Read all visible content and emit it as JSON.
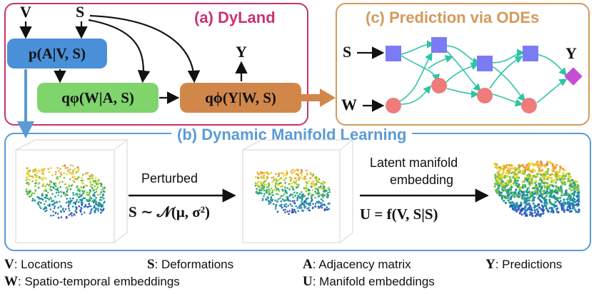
{
  "panel_a": {
    "title": "(a) DyLand",
    "vars": {
      "V": "V",
      "S": "S",
      "Y": "Y"
    },
    "nodes": {
      "p": "p(A|V, S)",
      "q_phi_w": "qφ(W|A, S)",
      "q_phi_y": "qϕ(Y|W, S)"
    },
    "colors": {
      "border": "#c7336f",
      "p": "#4a90d9",
      "qw": "#7fd46b",
      "qy": "#d2874a"
    }
  },
  "panel_c": {
    "title": "(c) Prediction via ODEs",
    "labels": {
      "S": "S",
      "W": "W",
      "Y": "Y"
    },
    "colors": {
      "border": "#d49a5c",
      "square": "#7b7bf5",
      "circle": "#f07b7b",
      "diamond": "#c44fd6",
      "edge": "#2ec4a6"
    }
  },
  "panel_b": {
    "title": "(b) Dynamic Manifold Learning",
    "arrow1": {
      "top": "Perturbed",
      "bottom": "S ∼ 𝒩(μ, σ²)"
    },
    "arrow2": {
      "top_line1": "Latent manifold",
      "top_line2": "embedding",
      "bottom": "U = f(V, S|S)"
    },
    "colors": {
      "border": "#5b9bd5"
    }
  },
  "legend": [
    {
      "sym": "V",
      "text": ": Locations"
    },
    {
      "sym": "S",
      "text": ": Deformations"
    },
    {
      "sym": "A",
      "text": ": Adjacency matrix"
    },
    {
      "sym": "Y",
      "text": ": Predictions"
    },
    {
      "sym": "W",
      "text": ": Spatio-temporal embeddings"
    },
    {
      "sym": "U",
      "text": ": Manifold embeddings"
    }
  ]
}
